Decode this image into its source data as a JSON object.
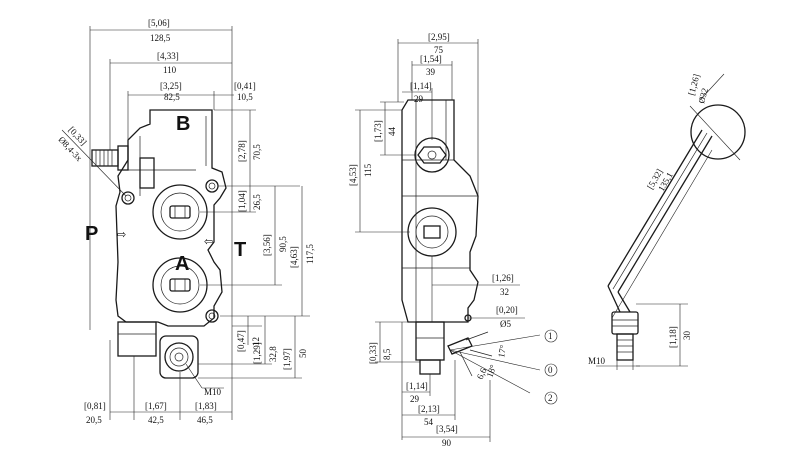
{
  "ports": {
    "B": "B",
    "P": "P",
    "A": "A",
    "T": "T"
  },
  "port_arrows": {
    "p_arrow": "⇨",
    "t_arrow": "⇦"
  },
  "left_view": {
    "dims": {
      "overall_in": "[5,06]",
      "overall_mm": "128,5",
      "w110_in": "[4,33]",
      "w110_mm": "110",
      "w82_in": "[3,25]",
      "w82_mm": "82,5",
      "w10_in": "[0,41]",
      "w10_mm": "10,5",
      "h70_in": "[2,78]",
      "h70_mm": "70,5",
      "h26_in": "[1,04]",
      "h26_mm": "26,5",
      "h90_in": "[3,56]",
      "h90_mm": "90,5",
      "h117_in": "[4,63]",
      "h117_mm": "117,5",
      "hole_in": "[0,33]",
      "hole_mm": "Ø8,4-3x",
      "h12_in": "[0,47]",
      "h12_mm": "12",
      "h32_in": "[1,29]",
      "h32_mm": "32,8",
      "h50_in": "[1,97]",
      "h50_mm": "50",
      "b20_in": "[0,81]",
      "b20_mm": "20,5",
      "b42_in": "[1,67]",
      "b42_mm": "42,5",
      "b46_in": "[1,83]",
      "b46_mm": "46,5",
      "thread": "M10"
    }
  },
  "middle_view": {
    "dims": {
      "w75_in": "[2,95]",
      "w75_mm": "75",
      "w39_in": "[1,54]",
      "w39_mm": "39",
      "w29_in": "[1,14]",
      "w29_mm": "29",
      "h44_in": "[1,73]",
      "h44_mm": "44",
      "h115_in": "[4,53]",
      "h115_mm": "115",
      "d32_in": "[1,26]",
      "d32_mm": "32",
      "d5_in": "[0,20]",
      "d5_mm": "Ø5",
      "h8_in": "[0,33]",
      "h8_mm": "8,5",
      "b29_in": "[1,14]",
      "b29_mm": "29",
      "b54_in": "[2,13]",
      "b54_mm": "54",
      "b90_in": "[3,54]",
      "b90_mm": "90",
      "angle_a": "17°",
      "angle_b": "18°",
      "angle_c": "6,6",
      "pos1": "1",
      "pos0": "0",
      "pos2": "2"
    }
  },
  "right_view": {
    "dims": {
      "knob_in": "[1,26]",
      "knob_mm": "Ø32",
      "len_in": "[5,32]",
      "len_mm": "135,1",
      "h30_in": "[1,18]",
      "h30_mm": "30",
      "thread": "M10"
    }
  }
}
